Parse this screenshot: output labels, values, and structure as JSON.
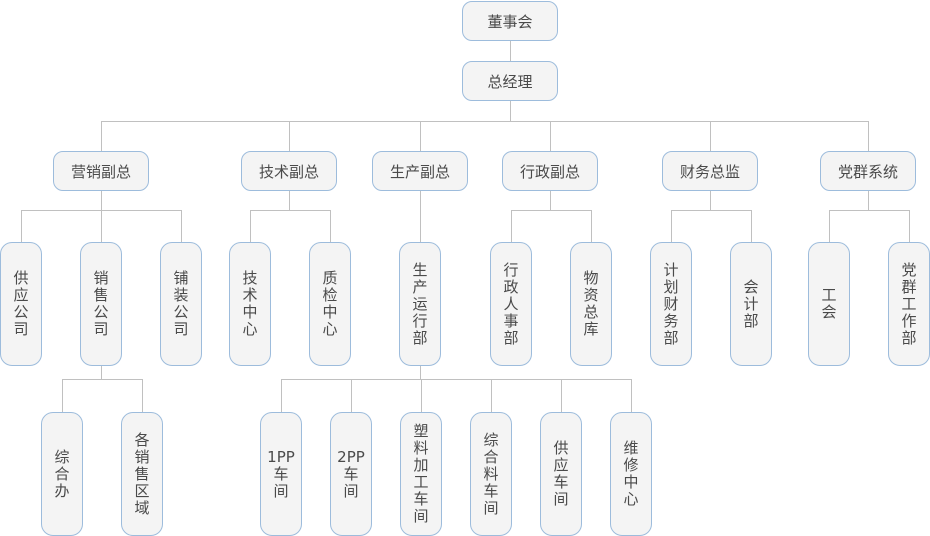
{
  "title": "组织结构图",
  "colors": {
    "node_fill": "#f4f4f4",
    "node_border": "#9dbcdc",
    "connector": "#c0c0c0",
    "text": "#4a4a4a"
  },
  "nodes": [
    {
      "id": "board",
      "label": "董事会",
      "parent": null
    },
    {
      "id": "gm",
      "label": "总经理",
      "parent": "board"
    },
    {
      "id": "vp-marketing",
      "label": "营销副总",
      "parent": "gm"
    },
    {
      "id": "vp-tech",
      "label": "技术副总",
      "parent": "gm"
    },
    {
      "id": "vp-production",
      "label": "生产副总",
      "parent": "gm"
    },
    {
      "id": "vp-admin",
      "label": "行政副总",
      "parent": "gm"
    },
    {
      "id": "cfo",
      "label": "财务总监",
      "parent": "gm"
    },
    {
      "id": "party",
      "label": "党群系统",
      "parent": "gm"
    },
    {
      "id": "supply-co",
      "label": "供应公司",
      "parent": "vp-marketing"
    },
    {
      "id": "sales-co",
      "label": "销售公司",
      "parent": "vp-marketing"
    },
    {
      "id": "paving-co",
      "label": "铺装公司",
      "parent": "vp-marketing"
    },
    {
      "id": "tech-center",
      "label": "技术中心",
      "parent": "vp-tech"
    },
    {
      "id": "qc-center",
      "label": "质检中心",
      "parent": "vp-tech"
    },
    {
      "id": "prod-ops",
      "label": "生产运行部",
      "parent": "vp-production"
    },
    {
      "id": "admin-hr",
      "label": "行政人事部",
      "parent": "vp-admin"
    },
    {
      "id": "materials",
      "label": "物资总库",
      "parent": "vp-admin"
    },
    {
      "id": "plan-finance",
      "label": "计划财务部",
      "parent": "cfo"
    },
    {
      "id": "accounting",
      "label": "会计部",
      "parent": "cfo"
    },
    {
      "id": "union",
      "label": "工会",
      "parent": "party"
    },
    {
      "id": "party-work",
      "label": "党群工作部",
      "parent": "party"
    },
    {
      "id": "general-office",
      "label": "综合办",
      "parent": "sales-co"
    },
    {
      "id": "sales-regions",
      "label": "各销售区域",
      "parent": "sales-co"
    },
    {
      "id": "ws-1pp",
      "label": "1PP车间",
      "vlabel": "1PP\n车\n间",
      "parent": "prod-ops"
    },
    {
      "id": "ws-2pp",
      "label": "2PP车间",
      "vlabel": "2PP\n车\n间",
      "parent": "prod-ops"
    },
    {
      "id": "ws-plastic",
      "label": "塑料加工车间",
      "parent": "prod-ops"
    },
    {
      "id": "ws-mixed",
      "label": "综合料车间",
      "parent": "prod-ops"
    },
    {
      "id": "ws-supply",
      "label": "供应车间",
      "parent": "prod-ops"
    },
    {
      "id": "maint-center",
      "label": "维修中心",
      "parent": "prod-ops"
    }
  ]
}
